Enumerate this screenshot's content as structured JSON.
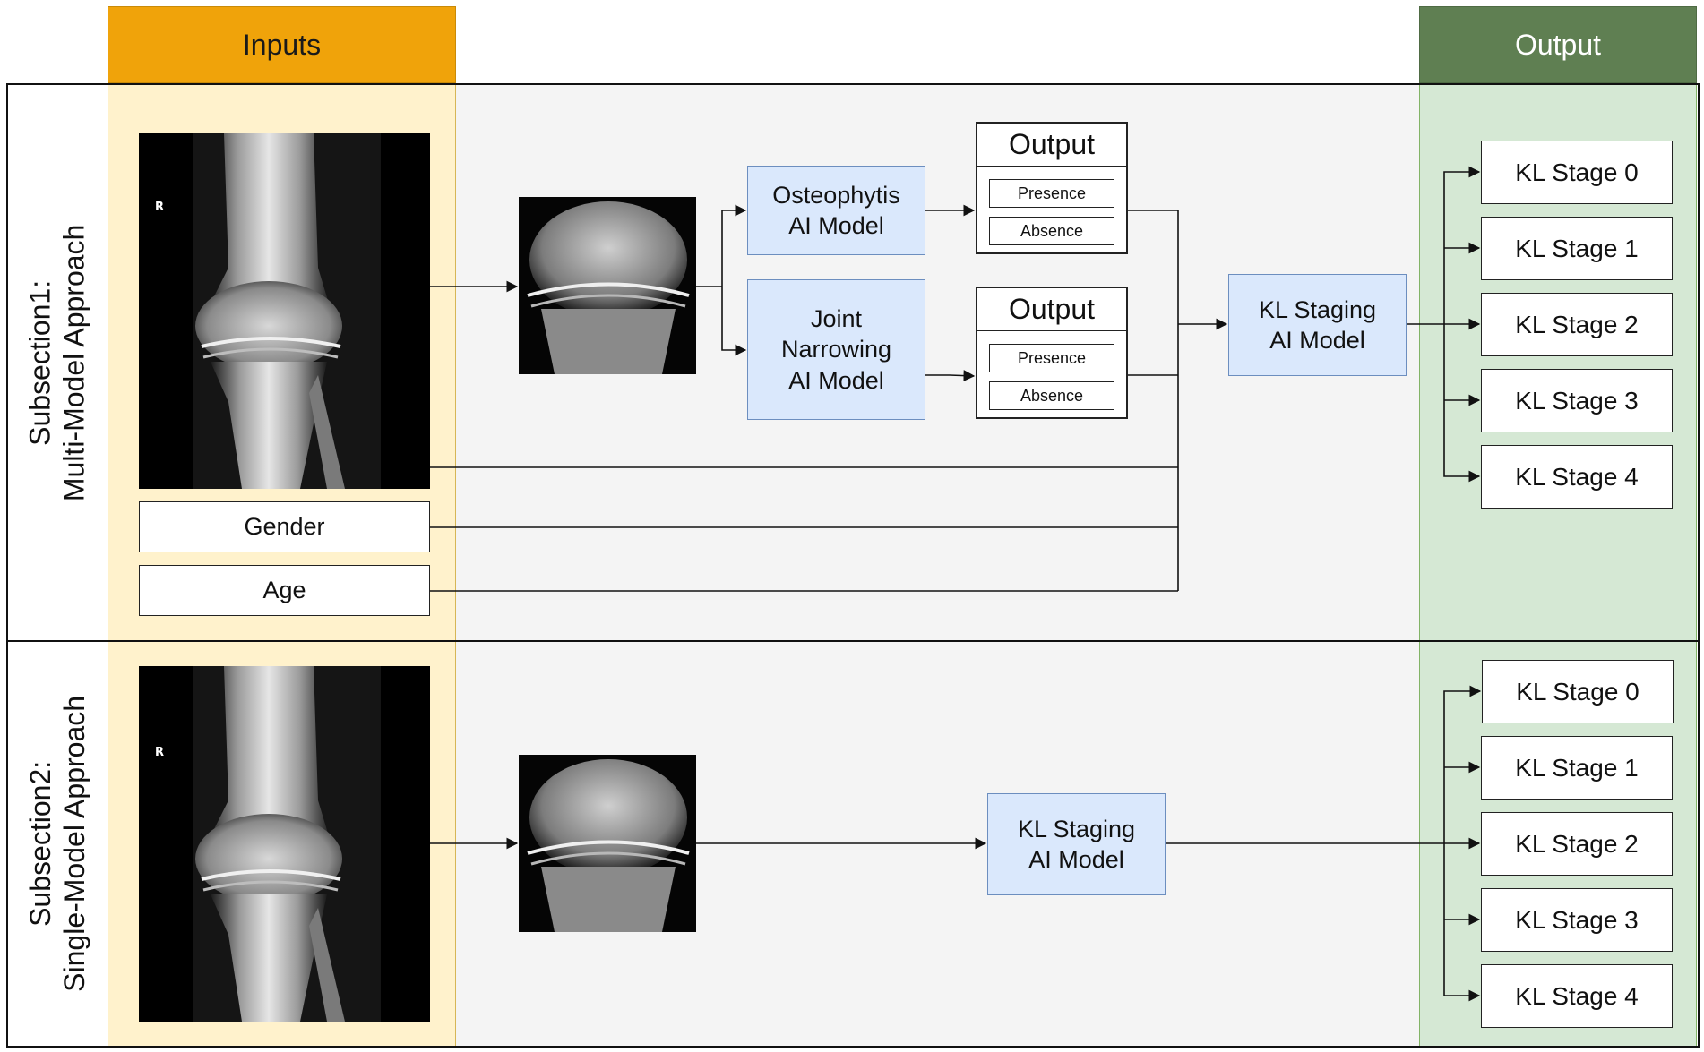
{
  "headers": {
    "inputs": "Inputs",
    "output": "Output"
  },
  "subsection1": {
    "label_line1": "Subsection1:",
    "label_line2": "Multi-Model Approach",
    "gender": "Gender",
    "age": "Age",
    "osteophytis_model": [
      "Osteophytis",
      "AI Model"
    ],
    "joint_model": [
      "Joint",
      "Narrowing",
      "AI Model"
    ],
    "output_box": {
      "title": "Output",
      "items": [
        "Presence",
        "Absence"
      ]
    },
    "kl_model": [
      "KL Staging",
      "AI Model"
    ],
    "stages": [
      "KL Stage 0",
      "KL Stage 1",
      "KL Stage 2",
      "KL Stage 3",
      "KL Stage 4"
    ]
  },
  "subsection2": {
    "label_line1": "Subsection2:",
    "label_line2": "Single-Model Approach",
    "kl_model": [
      "KL Staging",
      "AI Model"
    ],
    "stages": [
      "KL Stage 0",
      "KL Stage 1",
      "KL Stage 2",
      "KL Stage 3",
      "KL Stage 4"
    ]
  },
  "xray_marker": "R",
  "colors": {
    "inputs_header": "#f0a30a",
    "output_header": "#5f7f52",
    "inputs_column": "#fff2cc",
    "output_column": "#d5e8d4",
    "model_box": "#dae8fc",
    "model_border": "#6c8ebf"
  }
}
